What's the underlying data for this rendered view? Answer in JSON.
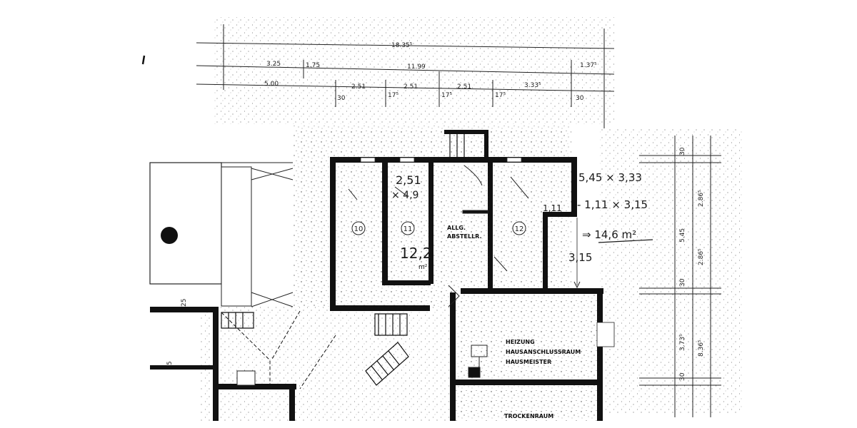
{
  "dims_top": {
    "overall": "18.35⁵",
    "row2": [
      "3.25",
      "1.75",
      "11.99",
      "1.37⁵"
    ],
    "row3": [
      "5.00",
      "30",
      "2.51",
      "17⁵",
      "2.51",
      "17⁵",
      "2.51",
      "17⁵",
      "3.33⁵",
      "30"
    ]
  },
  "dims_right": [
    "30",
    "2.86⁵",
    "5.45",
    "2.86⁵",
    "30",
    "3.73⁵",
    "8.36⁵",
    "30"
  ],
  "dims_left": [
    "25",
    "5"
  ],
  "rooms": {
    "r10": "10",
    "r11": "11",
    "r12": "12",
    "allg_line1": "ALLG.",
    "allg_line2": "ABSTELLR.",
    "heizung_line1": "HEIZUNG",
    "heizung_line2": "HAUSANSCHLUSSRAUM",
    "heizung_line3": "HAUSMEISTER",
    "trocken": "TROCKENRAUM"
  },
  "annotations": {
    "r11_dims_a": "2,51",
    "r11_dims_b": "× 4,9",
    "r11_area": "12,2",
    "r11_unit": "m²",
    "r12_dims_a": "5,45 × 3,33",
    "r12_dims_b": "- 1,11 × 3,15",
    "r12_area": "⇒ 14,6 m²",
    "r12_notch": "1,11",
    "r12_height": "3,15"
  }
}
